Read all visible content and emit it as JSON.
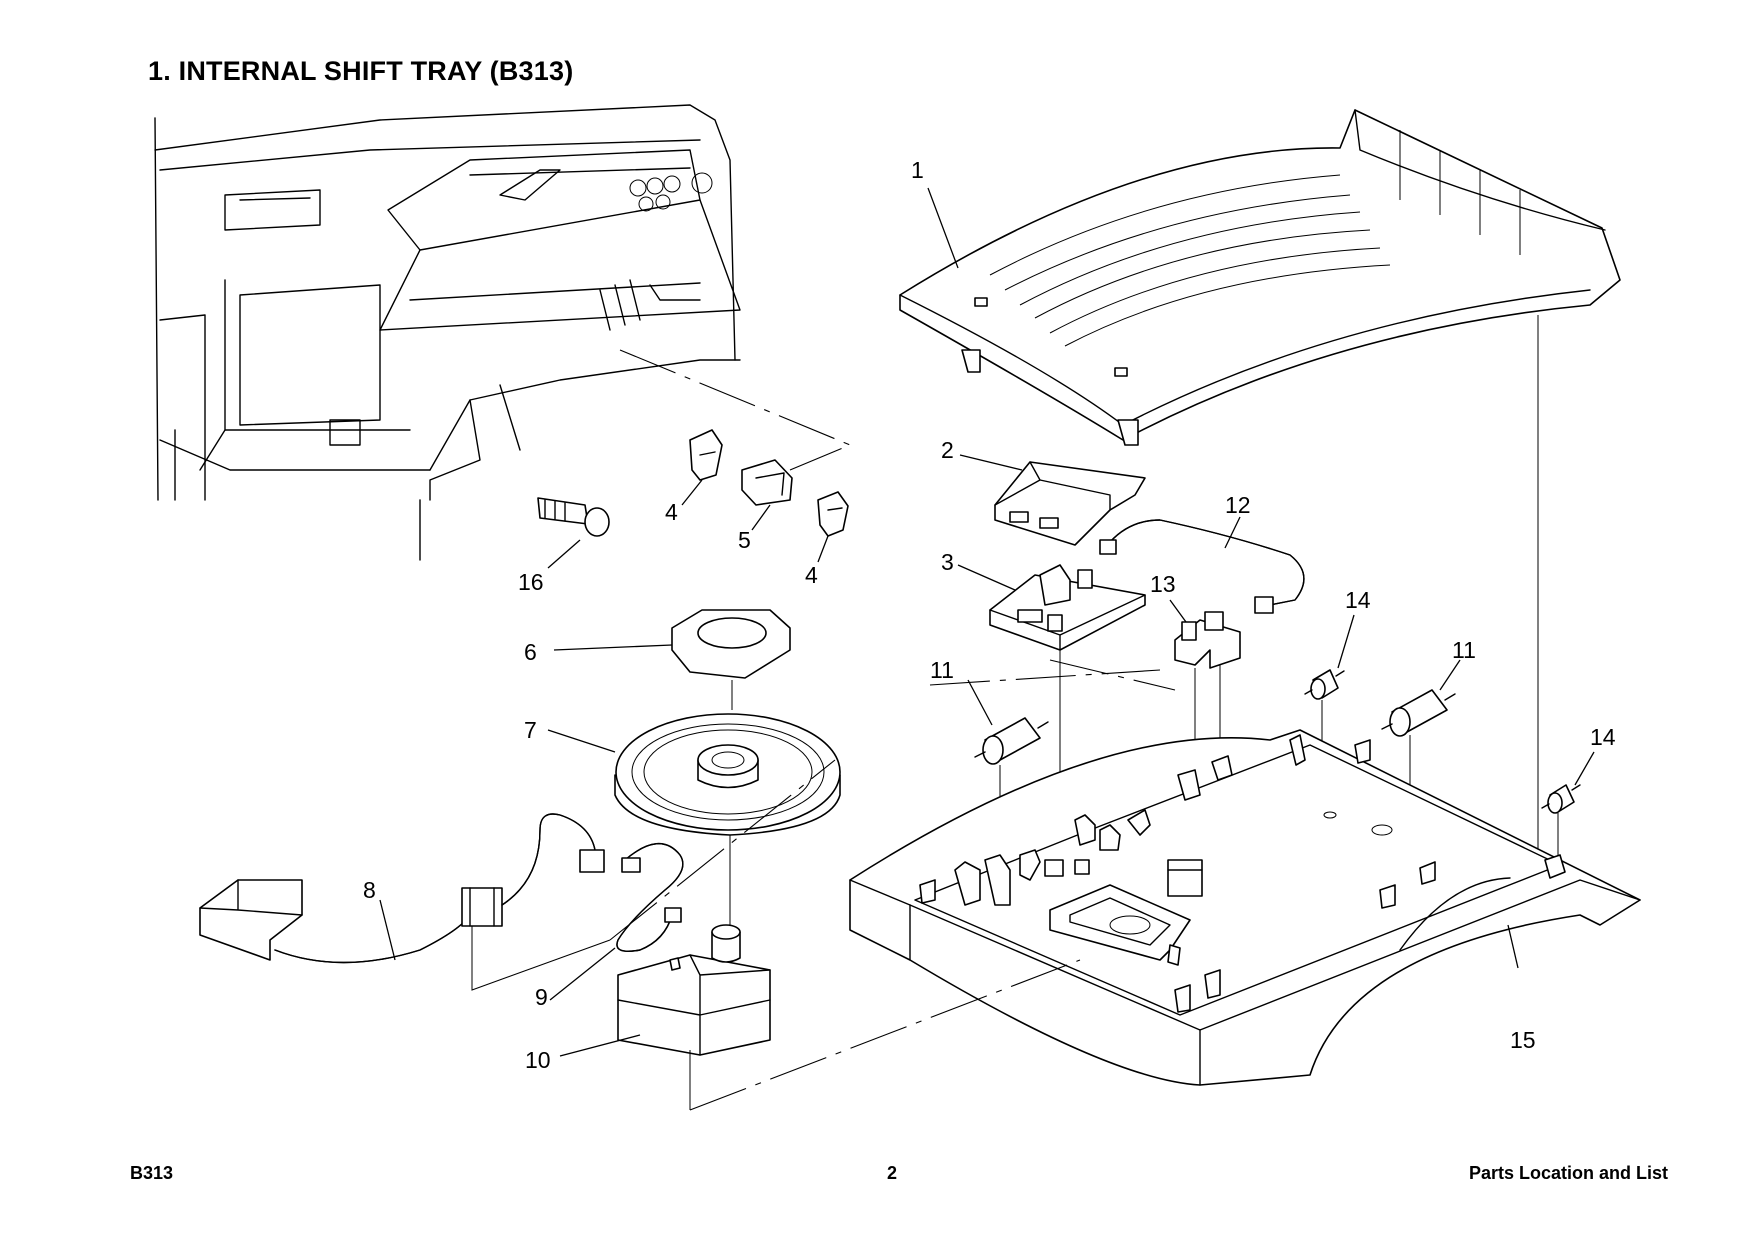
{
  "header": {
    "title": "1. INTERNAL SHIFT TRAY (B313)"
  },
  "callouts": [
    "1",
    "2",
    "3",
    "4",
    "5",
    "4",
    "6",
    "7",
    "8",
    "9",
    "10",
    "11",
    "11",
    "12",
    "13",
    "14",
    "14",
    "15",
    "16"
  ],
  "footer": {
    "left": "B313",
    "page_number": "2",
    "right": "Parts Location and List"
  }
}
